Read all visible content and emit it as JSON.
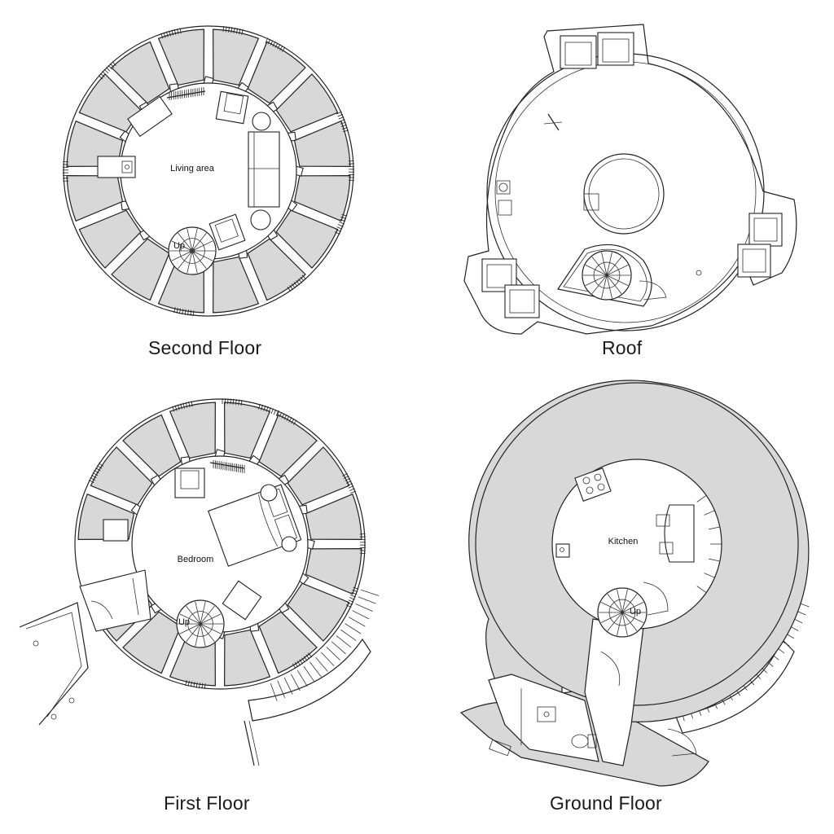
{
  "plans": {
    "second_floor": {
      "caption": "Second Floor",
      "room": "Living area",
      "stair": "Up"
    },
    "roof": {
      "caption": "Roof"
    },
    "first_floor": {
      "caption": "First Floor",
      "room": "Bedroom",
      "stair": "Up"
    },
    "ground_floor": {
      "caption": "Ground Floor",
      "room": "Kitchen",
      "stair": "Up"
    }
  },
  "colors": {
    "wall_fill": "#d8d8d8",
    "line": "#222222",
    "background": "#ffffff"
  }
}
